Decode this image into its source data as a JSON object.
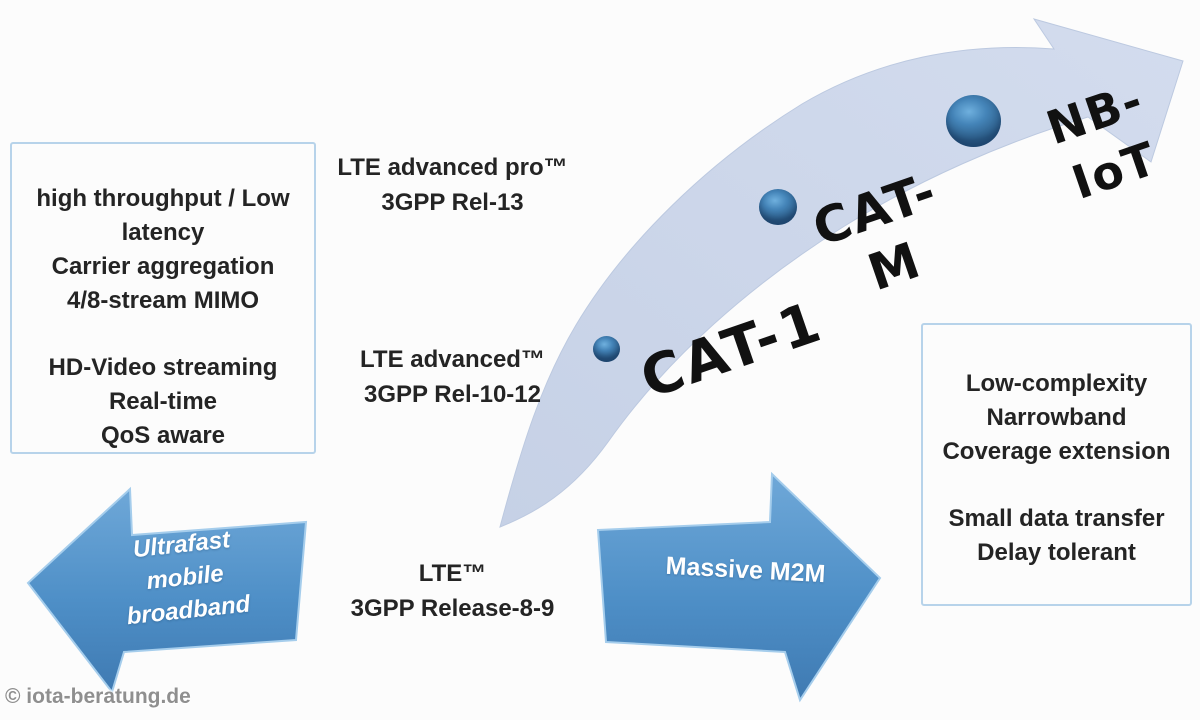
{
  "watermark": "© iota-beratung.de",
  "left_box": {
    "group1": [
      "high throughput / Low",
      "latency",
      "Carrier aggregation",
      "4/8-stream MIMO"
    ],
    "group2": [
      "HD-Video streaming",
      "Real-time",
      "QoS aware"
    ]
  },
  "right_box": {
    "group1": [
      "Low-complexity",
      "Narrowband",
      "Coverage extension"
    ],
    "group2": [
      "Small data transfer",
      "Delay tolerant"
    ]
  },
  "milestones": [
    {
      "title": "LTE advanced pro™",
      "subtitle": "3GPP Rel-13"
    },
    {
      "title": "LTE advanced™",
      "subtitle": "3GPP Rel-10-12"
    },
    {
      "title": "LTE™",
      "subtitle": "3GPP Release-8-9"
    }
  ],
  "curve_labels": [
    {
      "line1": "CAT-1",
      "line2": ""
    },
    {
      "line1": "CAT-",
      "line2": "M"
    },
    {
      "line1": "NB-",
      "line2": "IoT"
    }
  ],
  "flow_arrows": {
    "left": {
      "line1": "Ultrafast",
      "line2": "mobile",
      "line3": "broadband"
    },
    "right": {
      "label": "Massive M2M"
    }
  },
  "colors": {
    "swoosh_fill": "#cdd7e9",
    "swoosh_edge": "#bcc9e0",
    "arrow_blue_top": "#6fa8d8",
    "arrow_blue_bottom": "#3f7ab2",
    "arrow_edge": "#a5cdec",
    "box_border": "#b7d3ea",
    "dot_blue": "#4484b8",
    "text_dark": "#242424",
    "watermark_gray": "#8f8f8f"
  }
}
